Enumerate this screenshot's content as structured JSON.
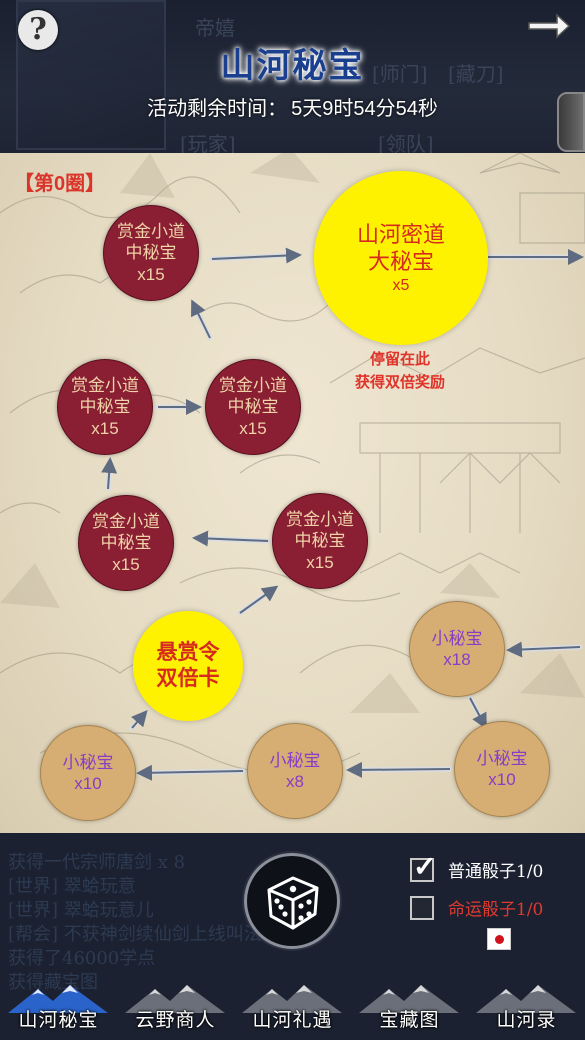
{
  "header": {
    "title": "山河秘宝",
    "timer_label": "活动剩余时间：",
    "timer_value": "5天9时54分54秒",
    "help_icon": "question-icon",
    "back_icon": "arrow-right-icon",
    "bg_texts": [
      "帝嬉",
      "[师门]",
      "[藏刀]",
      "[玩家]",
      "[领队]"
    ]
  },
  "map": {
    "round_label": "【第0圈】",
    "bonus_note_line1": "停留在此",
    "bonus_note_line2": "获得双倍奖励",
    "nodes": {
      "n1": {
        "line1": "赏金小道",
        "line2": "中秘宝",
        "count": "x15"
      },
      "n2": {
        "line1": "山河密道",
        "line2": "大秘宝",
        "count": "x5"
      },
      "n3": {
        "line1": "赏金小道",
        "line2": "中秘宝",
        "count": "x15"
      },
      "n4": {
        "line1": "赏金小道",
        "line2": "中秘宝",
        "count": "x15"
      },
      "n5": {
        "line1": "赏金小道",
        "line2": "中秘宝",
        "count": "x15"
      },
      "n6": {
        "line1": "赏金小道",
        "line2": "中秘宝",
        "count": "x15"
      },
      "n7": {
        "line1": "悬赏令",
        "line2": "双倍卡"
      },
      "n8": {
        "line1": "小秘宝",
        "count": "x18"
      },
      "n9": {
        "line1": "小秘宝",
        "count": "x10"
      },
      "n10": {
        "line1": "小秘宝",
        "count": "x8"
      },
      "n11": {
        "line1": "小秘宝",
        "count": "x10"
      }
    },
    "colors": {
      "red_node": "#8a1f33",
      "tan_node": "#d6ae74",
      "gold_node": "#fff200",
      "accent_red": "#d62a1e"
    }
  },
  "bottom": {
    "chat_lines": [
      "获得一代宗师唐剑 x 8",
      "[世界] 翠蛤玩意",
      "[世界] 翠蛤玩意儿",
      "[帮会] 不获神剑续仙剑上线叫法雕",
      "获得了46000学点",
      "获得藏宝图"
    ],
    "dice_icon": "dice-icon",
    "normal_dice": {
      "label": "普通骰子1/0",
      "checked": true,
      "color": "#ffffff"
    },
    "fate_dice": {
      "label": "命运骰子1/0",
      "checked": false,
      "color": "#e03a2e"
    },
    "flag_icon": "japan-flag-icon"
  },
  "tabs": [
    {
      "label": "山河秘宝",
      "active": true
    },
    {
      "label": "云野商人",
      "active": false
    },
    {
      "label": "山河礼遇",
      "active": false
    },
    {
      "label": "宝藏图",
      "active": false
    },
    {
      "label": "山河录",
      "active": false
    }
  ]
}
